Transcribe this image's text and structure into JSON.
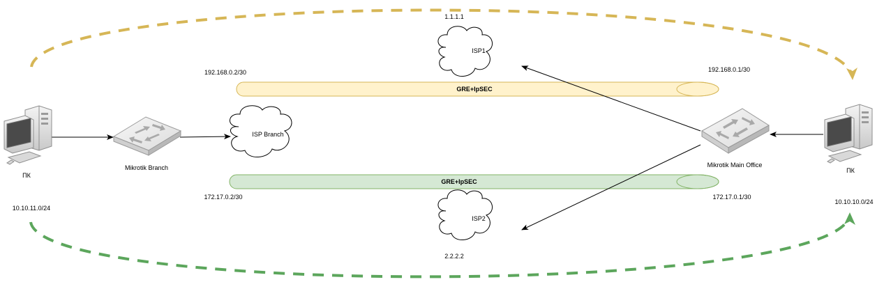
{
  "diagram": {
    "nodes": {
      "pc_left": {
        "label": "ПК",
        "subnet": "10.10.11.0/24",
        "icon": "pc-icon"
      },
      "mikrotik_branch": {
        "label": "Mikrotik Branch",
        "icon": "router-icon"
      },
      "isp_branch": {
        "label": "ISP Branch",
        "icon": "cloud-icon"
      },
      "isp1": {
        "label": "ISP1",
        "address": "1.1.1.1",
        "icon": "cloud-icon"
      },
      "isp2": {
        "label": "ISP2",
        "address": "2.2.2.2",
        "icon": "cloud-icon"
      },
      "mikrotik_main": {
        "label": "Mikrotik Main Office",
        "icon": "router-icon"
      },
      "pc_right": {
        "label": "ПК",
        "subnet": "10.10.10.0/24",
        "icon": "pc-icon"
      }
    },
    "tunnels": [
      {
        "label": "GRE+IpSEC",
        "left_address": "192.168.0.2/30",
        "right_address": "192.168.0.1/30",
        "color": "#fff2cc",
        "stroke": "#d6b656"
      },
      {
        "label": "GRE+IpSEC",
        "left_address": "172.17.0.2/30",
        "right_address": "172.17.0.1/30",
        "color": "#d5e8d4",
        "stroke": "#82b366"
      }
    ],
    "flows": [
      {
        "color": "#d6b656"
      },
      {
        "color": "#5ca65c"
      }
    ]
  }
}
